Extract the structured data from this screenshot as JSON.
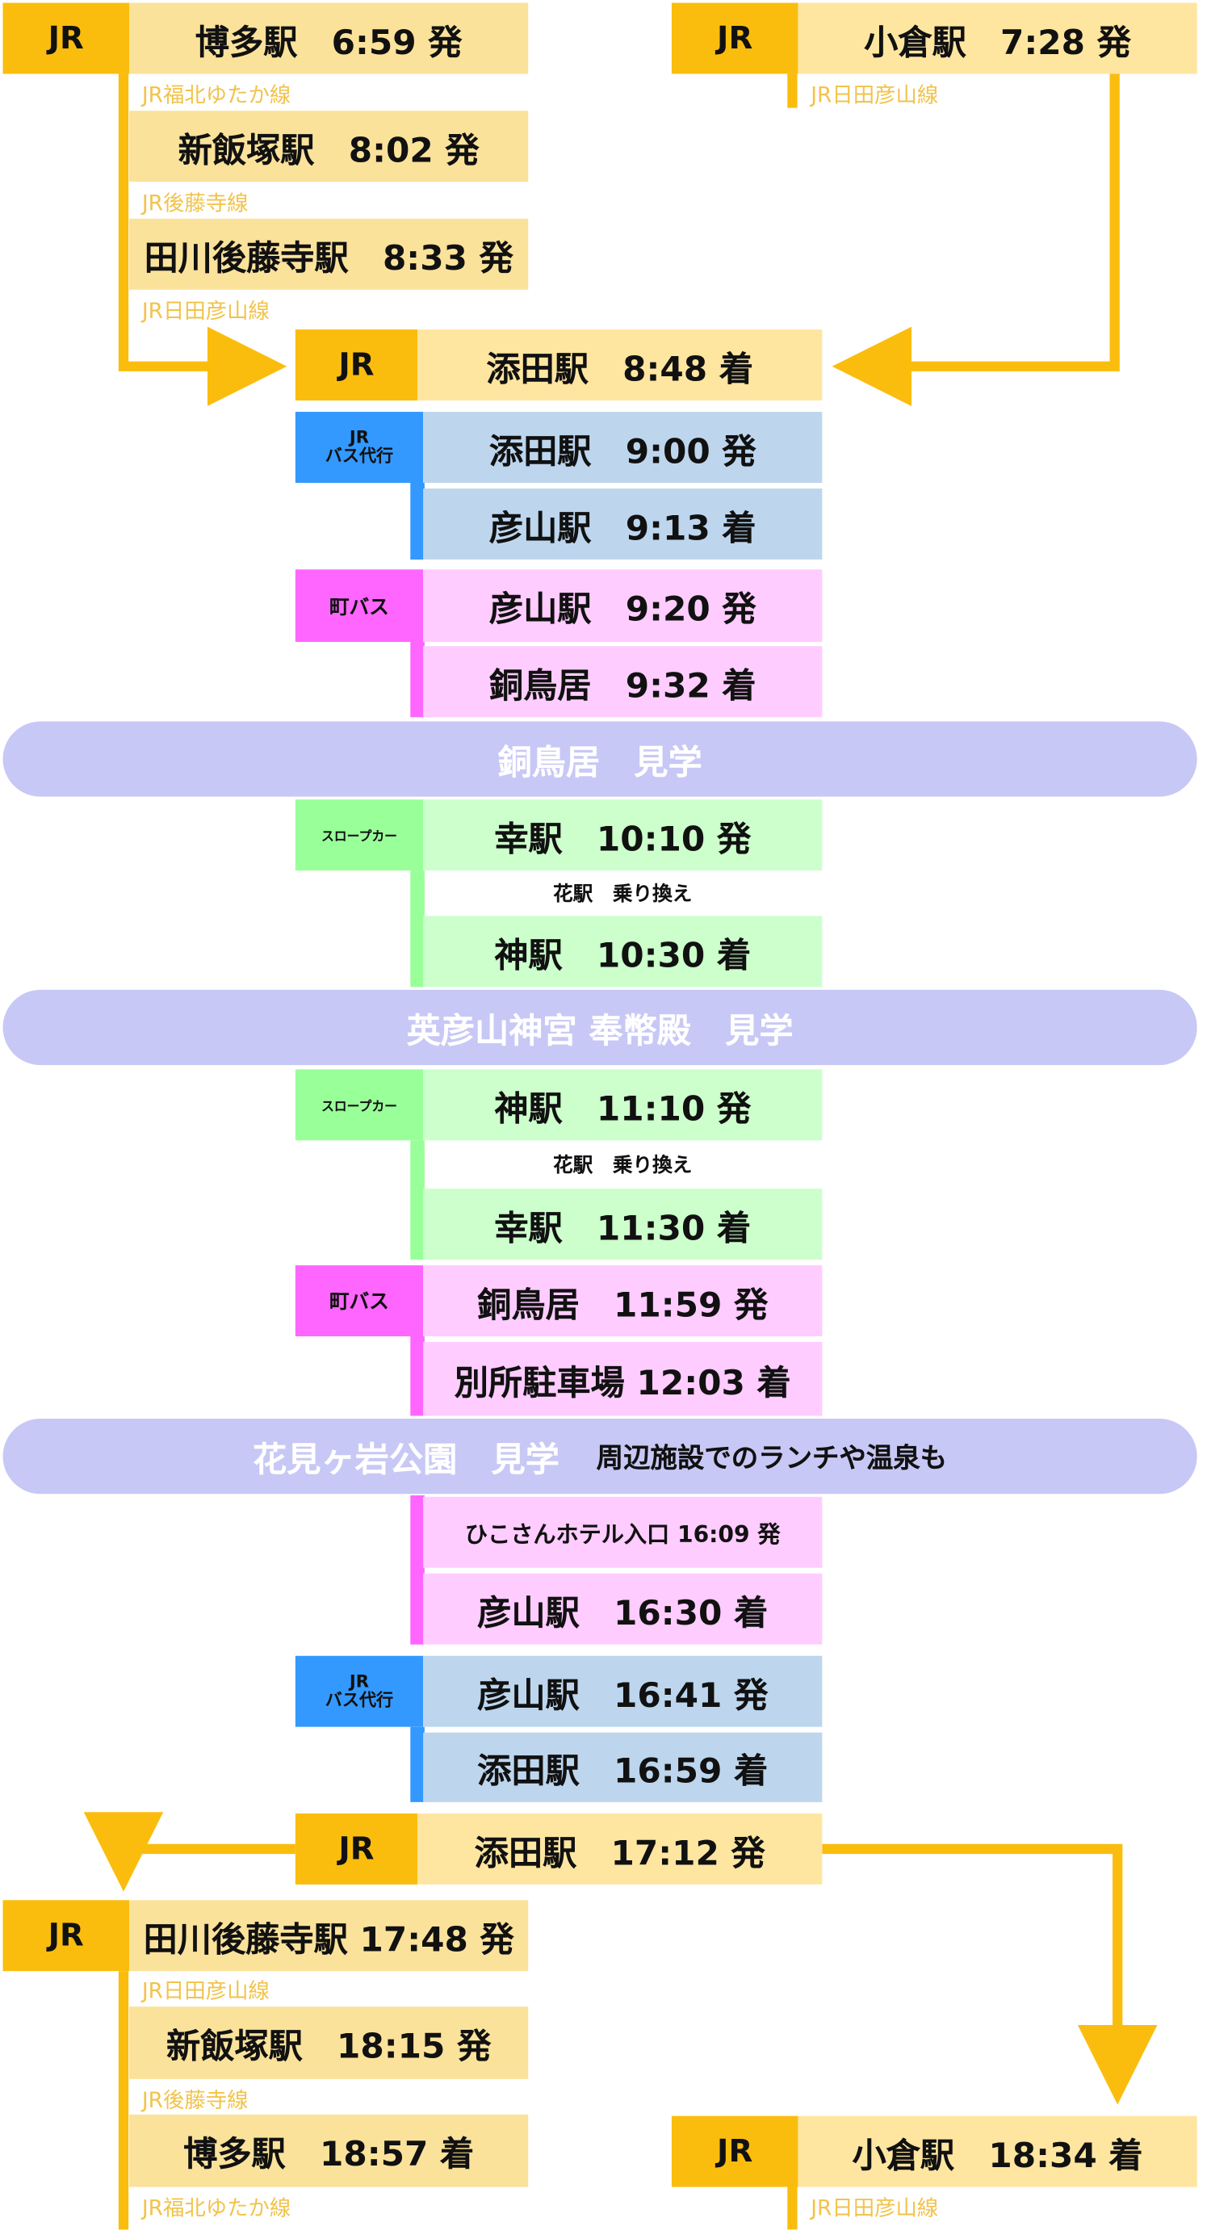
{
  "tags": {
    "jr": "JR",
    "bus_jr_1": "JR",
    "bus_jr_2": "バス代行",
    "town_bus": "町バス",
    "slope": "スロープカー"
  },
  "lines": {
    "fukuhoku": "JR福北ゆたか線",
    "gotoji": "JR後藤寺線",
    "hitahikosan": "JR日田彦山線"
  },
  "outbound": {
    "hakata": "博多駅　6:59 発",
    "kokura": "小倉駅　7:28 発",
    "shiniizuka": "新飯塚駅　8:02 発",
    "tagawa": "田川後藤寺駅　8:33 発",
    "soeda_arr": "添田駅　8:48 着",
    "soeda_dep": "添田駅　9:00 発",
    "hikosan_arr": "彦山駅　9:13 着",
    "hikosan_dep": "彦山駅　9:20 発",
    "dotorii_arr": "銅鳥居　9:32 着",
    "saiwai_dep": "幸駅　10:10 発",
    "transfer": "花駅　乗り換え",
    "kami_arr": "神駅　10:30 着"
  },
  "banners": {
    "dotorii": "銅鳥居　見学",
    "jingu": "英彦山神宮 奉幣殿　見学",
    "hanami": "花見ヶ岩公園　見学",
    "hanami_sub": "周辺施設でのランチや温泉も"
  },
  "return": {
    "kami_dep": "神駅　11:10 発",
    "transfer": "花駅　乗り換え",
    "saiwai_arr": "幸駅　11:30 着",
    "dotorii_dep": "銅鳥居　11:59 発",
    "bessho_arr": "別所駐車場 12:03 着",
    "hotel_dep": "ひこさんホテル入口 16:09 発",
    "hikosan_arr": "彦山駅　16:30 着",
    "hikosan_dep": "彦山駅　16:41 発",
    "soeda_arr": "添田駅　16:59 着",
    "soeda_dep": "添田駅　17:12 発",
    "tagawa_dep": "田川後藤寺駅 17:48 発",
    "shiniizuka_dep": "新飯塚駅　18:15 発",
    "hakata_arr": "博多駅　18:57 着",
    "kokura_arr": "小倉駅　18:34 着"
  },
  "colors": {
    "jr_yellow": "#fbbd0d",
    "jr_box": "#fbe29b",
    "bus_blue": "#3399ff",
    "bus_box": "#bdd6ee",
    "slope_green": "#99ff99",
    "slope_box": "#ccffcc",
    "town_pink": "#ff66ff",
    "town_box": "#ffccff",
    "banner": "#c8c8f6"
  }
}
